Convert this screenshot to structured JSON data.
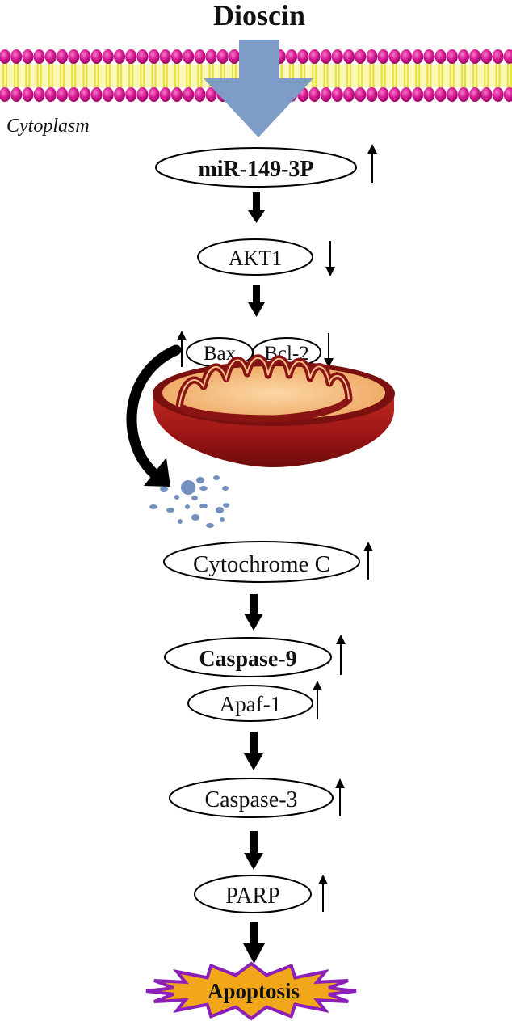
{
  "drug": "Dioscin",
  "compartment": "Cytoplasm",
  "nodes": {
    "mir": {
      "label": "miR-149-3P",
      "change": "up"
    },
    "akt1": {
      "label": "AKT1",
      "change": "down"
    },
    "bax": {
      "label": "Bax",
      "change": "up"
    },
    "bcl2": {
      "label": "Bcl-2",
      "change": "down"
    },
    "cytc": {
      "label": "Cytochrome C",
      "change": "up"
    },
    "casp9": {
      "label": "Caspase-9",
      "change": "up"
    },
    "apaf1": {
      "label": "Apaf-1",
      "change": "up"
    },
    "casp3": {
      "label": "Caspase-3",
      "change": "up"
    },
    "parp": {
      "label": "PARP",
      "change": "up"
    }
  },
  "outcome": "Apoptosis",
  "colors": {
    "membrane_head": "#d4148f",
    "membrane_tail": "#e8e23a",
    "dioscin_arrow": "#7f9cc9",
    "mito_outer": "#9c1616",
    "mito_inner": "#f4b978",
    "cytc_particles": "#7390bf",
    "apoptosis_fill": "#f2a71b",
    "apoptosis_stroke": "#8b1fb8"
  }
}
